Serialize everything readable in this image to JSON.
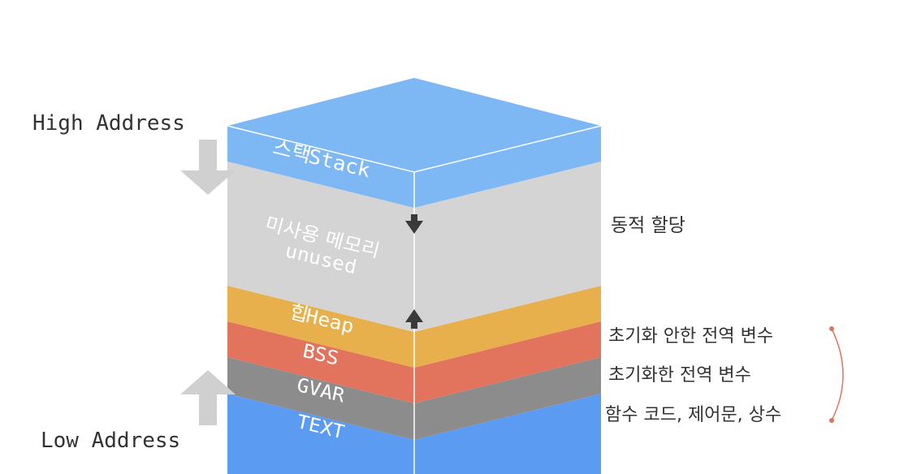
{
  "address_labels": {
    "high": "High Address",
    "low": "Low Address"
  },
  "segments": {
    "stack": "스택Stack",
    "unused_ko": "미사용 메모리",
    "unused_en": "unused",
    "heap": "힙Heap",
    "bss": "BSS",
    "gvar": "GVAR",
    "text": "TEXT"
  },
  "annotations": {
    "dynamic": "동적 할당",
    "bss_desc": "초기화 안한 전역 변수",
    "gvar_desc": "초기화한 전역 변수",
    "text_desc": "함수 코드, 제어문, 상수"
  },
  "colors": {
    "stack_front": "#7db8f4",
    "stack_side": "#7db8f4",
    "top_face": "#7db8f4",
    "unused": "#d4d4d4",
    "heap": "#e8b04c",
    "bss": "#e2735c",
    "gvar": "#8c8c8c",
    "text": "#5b9bf2",
    "bracket": "#e2735c",
    "address_arrow": "#d0d0d0"
  }
}
